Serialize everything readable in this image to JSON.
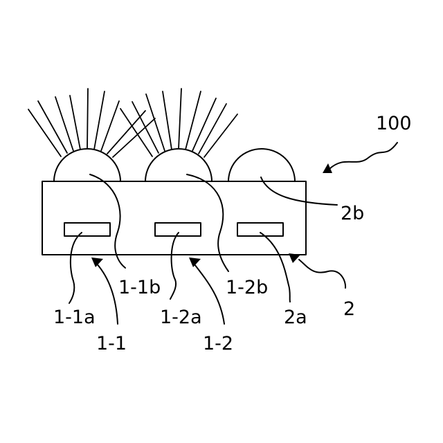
{
  "labels": {
    "device": "100",
    "package": "2",
    "lens_clear": "2b",
    "chip_clear": "2a",
    "emitter_1": "1-1",
    "emitter_1_chip": "1-1a",
    "emitter_1_lens": "1-1b",
    "emitter_2": "1-2",
    "emitter_2_chip": "1-2a",
    "emitter_2_lens": "1-2b"
  }
}
